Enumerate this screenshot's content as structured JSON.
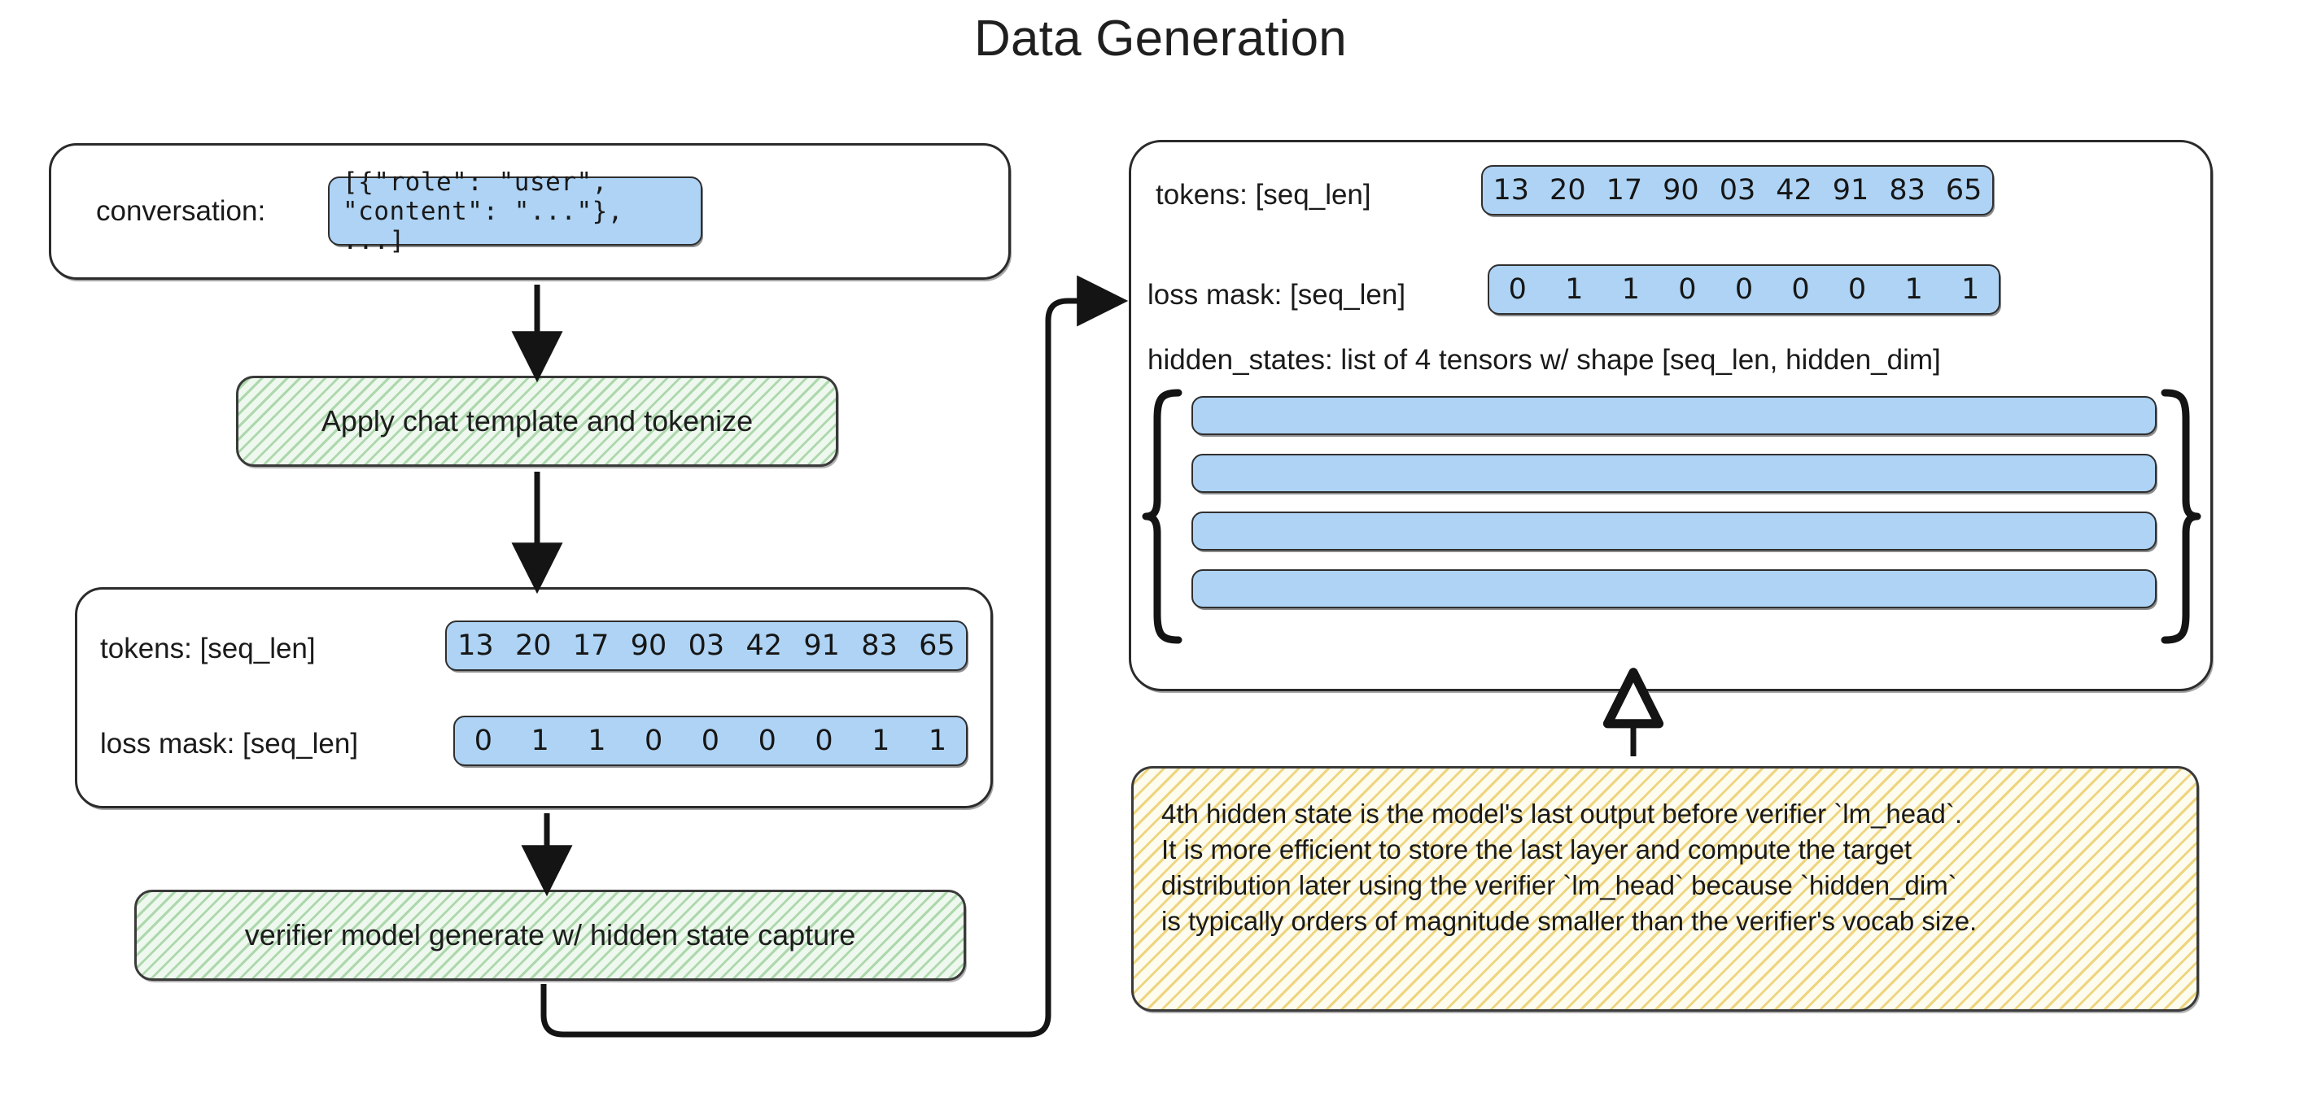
{
  "title": "Data Generation",
  "left_flow": {
    "conversation_box": {
      "label": "conversation:",
      "value": "[{\"role\": \"user\", \"content\": \"...\"}, ...]"
    },
    "step1": {
      "label": "Apply chat template and tokenize"
    },
    "tokens_box": {
      "tokens_label": "tokens: [seq_len]",
      "tokens": [
        "13",
        "20",
        "17",
        "90",
        "03",
        "42",
        "91",
        "83",
        "65"
      ],
      "loss_mask_label": "loss mask: [seq_len]",
      "loss_mask": [
        "0",
        "1",
        "1",
        "0",
        "0",
        "0",
        "0",
        "1",
        "1"
      ]
    },
    "step2": {
      "label": "verifier model generate w/ hidden state capture"
    }
  },
  "right_panel": {
    "tokens_label": "tokens: [seq_len]",
    "tokens": [
      "13",
      "20",
      "17",
      "90",
      "03",
      "42",
      "91",
      "83",
      "65"
    ],
    "loss_mask_label": "loss mask: [seq_len]",
    "loss_mask": [
      "0",
      "1",
      "1",
      "0",
      "0",
      "0",
      "0",
      "1",
      "1"
    ],
    "hidden_states_label": "hidden_states: list of 4 tensors w/ shape [seq_len, hidden_dim]",
    "hidden_state_count": 4
  },
  "note": {
    "lines": [
      "4th hidden state is the model's last output before verifier `lm_head`.",
      "It is more efficient to store the last layer and compute the target",
      "distribution later using the verifier `lm_head` because `hidden_dim`",
      "is typically orders of magnitude smaller than the verifier's vocab size."
    ]
  },
  "colors": {
    "pill_blue": "#aed3f4",
    "process_green": "#eef8ee",
    "note_yellow": "#fdfcee",
    "stroke": "#2b2b2b",
    "text": "#1d1d1d"
  }
}
